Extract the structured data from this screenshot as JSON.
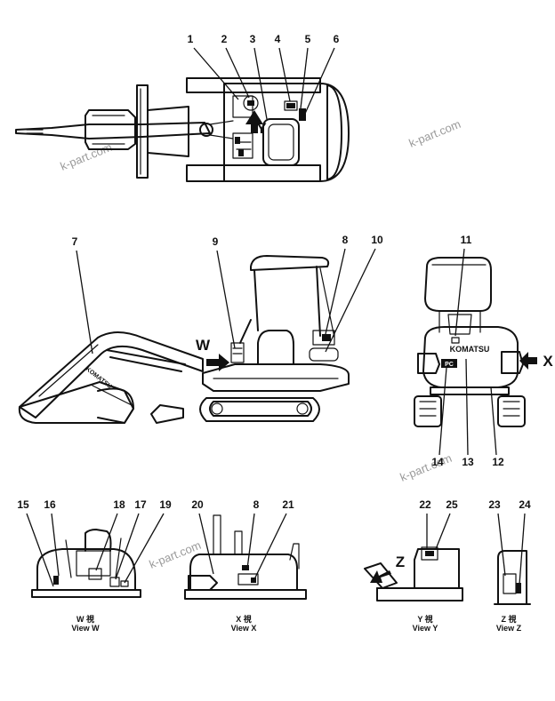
{
  "watermark": "k-part.com",
  "callouts": [
    "1",
    "2",
    "3",
    "4",
    "5",
    "6",
    "7",
    "8",
    "9",
    "10",
    "11",
    "12",
    "13",
    "14",
    "15",
    "16",
    "17",
    "18",
    "19",
    "20",
    "21",
    "22",
    "23",
    "24",
    "25"
  ],
  "view_letters": {
    "w": "W",
    "x": "X",
    "y": "Y",
    "z": "Z"
  },
  "view_labels": {
    "w": {
      "jp": "W 視",
      "en": "View W"
    },
    "x": {
      "jp": "X 視",
      "en": "View X"
    },
    "y": {
      "jp": "Y 視",
      "en": "View Y"
    },
    "z": {
      "jp": "Z 視",
      "en": "View Z"
    }
  },
  "brand_text": "KOMATSU",
  "model_text": "PC"
}
